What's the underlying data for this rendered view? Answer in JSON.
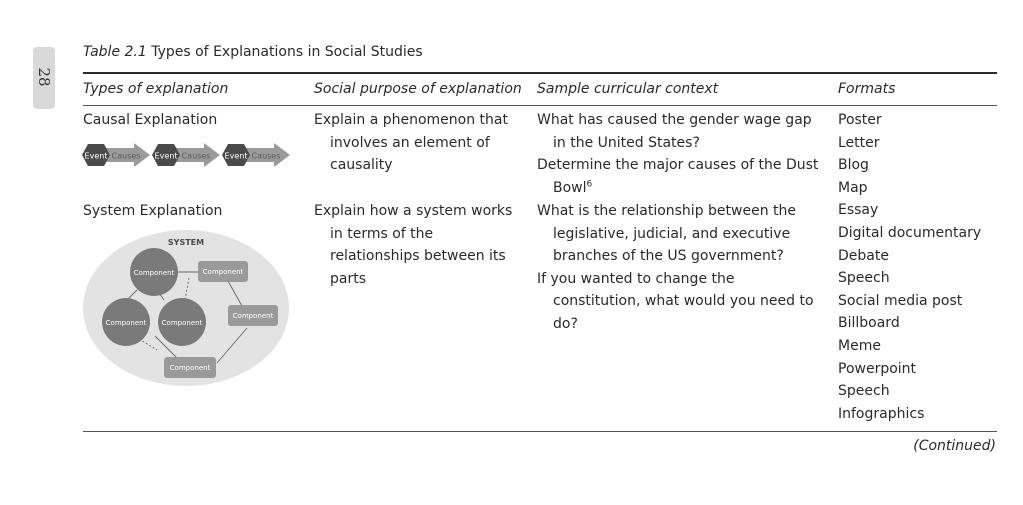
{
  "page_number": "28",
  "caption": {
    "label": "Table 2.1",
    "title": "Types of Explanations in Social Studies"
  },
  "columns": [
    "Types of explanation",
    "Social purpose of explanation",
    "Sample curricular context",
    "Formats"
  ],
  "rows": [
    {
      "type": "Causal Explanation",
      "purpose": "Explain a phenomenon that involves an element of causality",
      "contexts": [
        {
          "text": "What has caused the gender wage gap in the United States?",
          "note": ""
        },
        {
          "text": "Determine the major causes of the Dust Bowl",
          "note": "6"
        }
      ],
      "diagram": {
        "event_label": "Event",
        "causes_label": "Causes",
        "count": 3
      }
    },
    {
      "type": "System Explanation",
      "purpose": "Explain how a system works in terms of the relationships between its parts",
      "contexts": [
        {
          "text": "What is the relationship between the legislative, judicial, and executive branches of the US government?",
          "note": ""
        },
        {
          "text": "If you wanted to change the constitution, what would you need to do?",
          "note": ""
        }
      ],
      "diagram": {
        "title": "SYSTEM",
        "node_label": "Component"
      }
    }
  ],
  "formats": [
    "Poster",
    "Letter",
    "Blog",
    "Map",
    "Essay",
    "Digital documentary",
    "Debate",
    "Speech",
    "Social media post",
    "Billboard",
    "Meme",
    "Powerpoint",
    "Speech",
    "Infographics"
  ],
  "continued": "(Continued)",
  "colors": {
    "ink": "#2a2a2a",
    "hex_fill": "#4a4a4a",
    "arrow_fill": "#9a9a9a",
    "node_fill": "#7a7a7a",
    "ellipse_fill": "#e3e3e3"
  }
}
